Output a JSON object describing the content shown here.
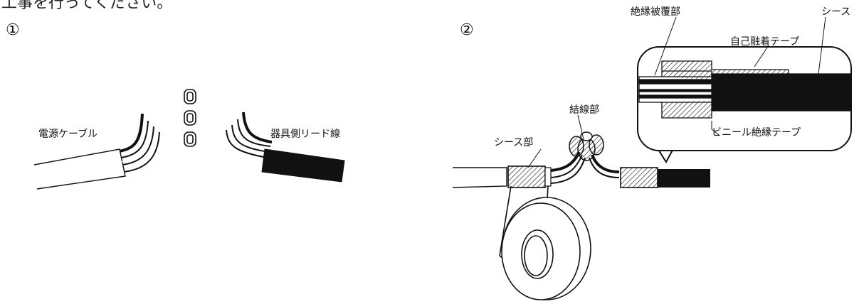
{
  "header_text": "工事を行ってください。",
  "steps": [
    {
      "number": "①",
      "labels": {
        "power_cable": "電源ケーブル",
        "fixture_lead": "器具側リード線"
      }
    },
    {
      "number": "②",
      "labels": {
        "insulation_coating": "絶縁被覆部",
        "sheath": "シース",
        "self_fusing_tape": "自己融着テープ",
        "vinyl_tape": "ビニール絶縁テープ",
        "splice": "結線部",
        "sheath_part": "シース部"
      }
    }
  ]
}
